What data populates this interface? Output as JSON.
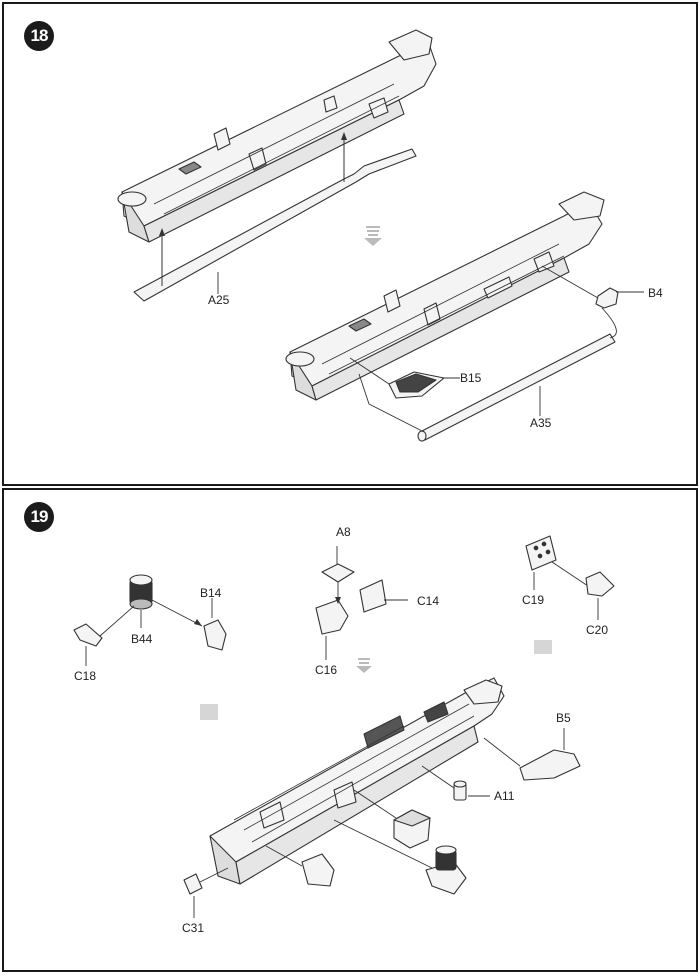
{
  "steps": [
    {
      "number": "18",
      "parts": [
        "A25",
        "B4",
        "B15",
        "A35"
      ]
    },
    {
      "number": "19",
      "parts": [
        "A8",
        "C14",
        "C16",
        "B14",
        "B44",
        "C18",
        "C19",
        "C20",
        "B5",
        "A11",
        "C31"
      ]
    }
  ],
  "colors": {
    "border": "#1a1a1a",
    "line": "#333333",
    "part_fill": "#f4f4f4",
    "dark": "#1b1b1b"
  }
}
